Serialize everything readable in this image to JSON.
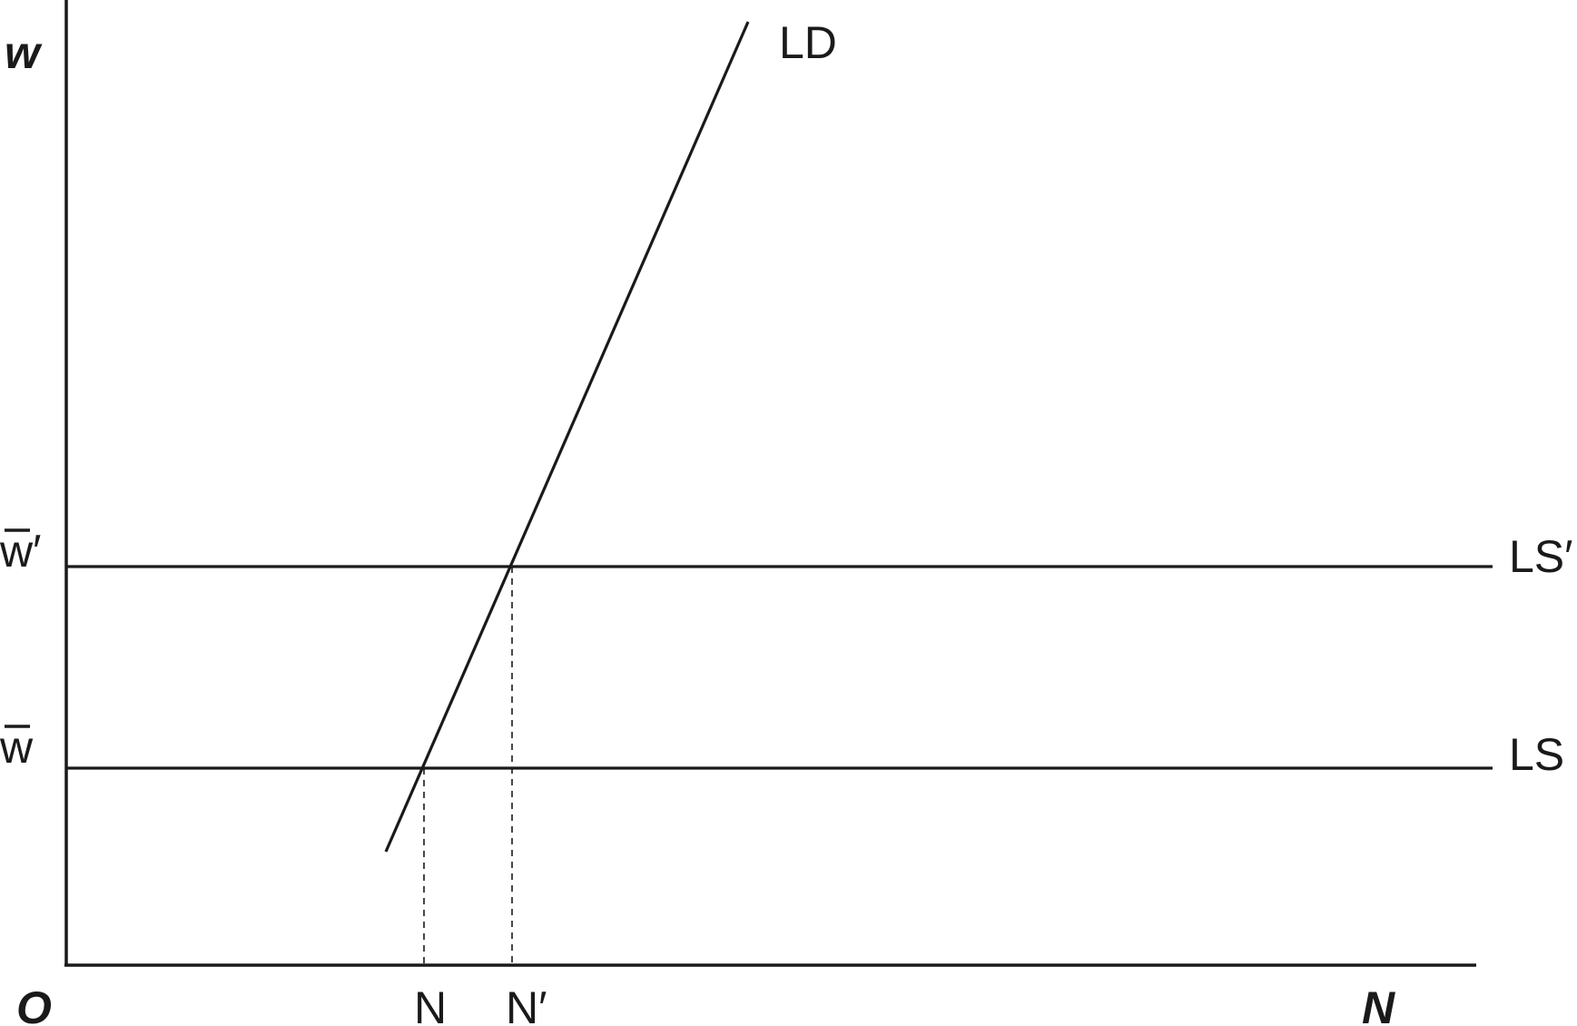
{
  "diagram": {
    "axes": {
      "y_label": "w",
      "x_label": "N",
      "origin_label": "O"
    },
    "curves": {
      "labor_demand": "LD",
      "labor_supply": "LS",
      "labor_supply_new": "LS′"
    },
    "wage_labels": {
      "w_bar": "w",
      "w_bar_prime": "w′"
    },
    "employment_labels": {
      "n": "N",
      "n_prime": "N′"
    }
  }
}
